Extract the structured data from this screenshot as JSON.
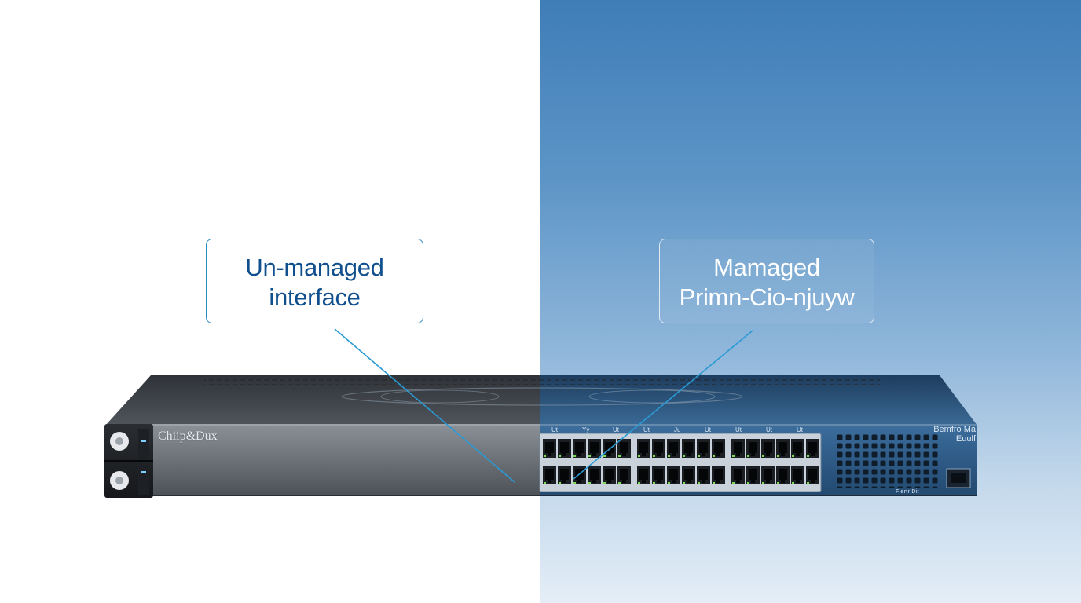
{
  "scene": {
    "callout_left": {
      "line1": "Un-managed",
      "line2": "interface"
    },
    "callout_right": {
      "line1": "Mamaged",
      "line2": "Primn-Cio-njuyw"
    },
    "device": {
      "brand": "Chiip&Dux",
      "model_line1": "Bemfro Ma",
      "model_line2": "Euulf",
      "bottom_text": "Fiertr Dit",
      "port_group_labels": [
        "Ut",
        "Yy",
        "Ut",
        "Ut",
        "Ju",
        "Ut",
        "Ut",
        "Ut",
        "Ut"
      ]
    }
  },
  "colors": {
    "left_background": "#ffffff",
    "right_background_top": "#3f7db7",
    "right_background_bottom": "#e4eef7",
    "callout_left_text": "#0f4f8e",
    "callout_left_border": "#2d8bc3",
    "callout_right_text": "#ffffff",
    "pointer_line": "#2a9ad4",
    "chassis_dark": "#3b3f45",
    "chassis_blue": "#2c5a86"
  },
  "icons": [
    "power-button-icon",
    "reset-button-icon",
    "vent-grille-icon",
    "ethernet-port-icon",
    "console-port-icon"
  ]
}
